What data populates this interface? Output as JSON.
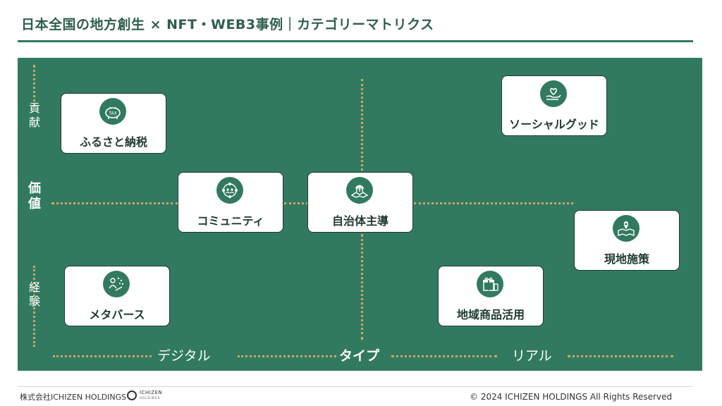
{
  "header": {
    "title": "日本全国の地方創生 × NFT・WEB3事例｜カテゴリーマトリクス"
  },
  "axes": {
    "y_top": "貢献",
    "y_middle": "価値",
    "y_bottom": "経験",
    "x_left": "デジタル",
    "x_middle": "タイプ",
    "x_right": "リアル"
  },
  "categories": [
    {
      "label": "ふるさと納税",
      "icon": "piggy-bank-tax-icon",
      "icon_text": "TAX"
    },
    {
      "label": "ソーシャルグッド",
      "icon": "heart-hand-icon"
    },
    {
      "label": "コミュニティ",
      "icon": "community-network-icon"
    },
    {
      "label": "自治体主導",
      "icon": "government-handshake-icon"
    },
    {
      "label": "現地施策",
      "icon": "map-pin-icon"
    },
    {
      "label": "メタバース",
      "icon": "metaverse-person-icon"
    },
    {
      "label": "地域商品活用",
      "icon": "gift-box-icon"
    }
  ],
  "footer": {
    "company": "株式会社ICHIZEN HOLDINGS",
    "logo_name": "ICHIZEN",
    "logo_sub": "HOLDINGS",
    "copyright": "© 2024 ICHIZEN HOLDINGS All Rights Reserved"
  },
  "colors": {
    "panel": "#327a5f",
    "accent_dots": "#c8a96a",
    "card_text": "#1f3a31"
  }
}
